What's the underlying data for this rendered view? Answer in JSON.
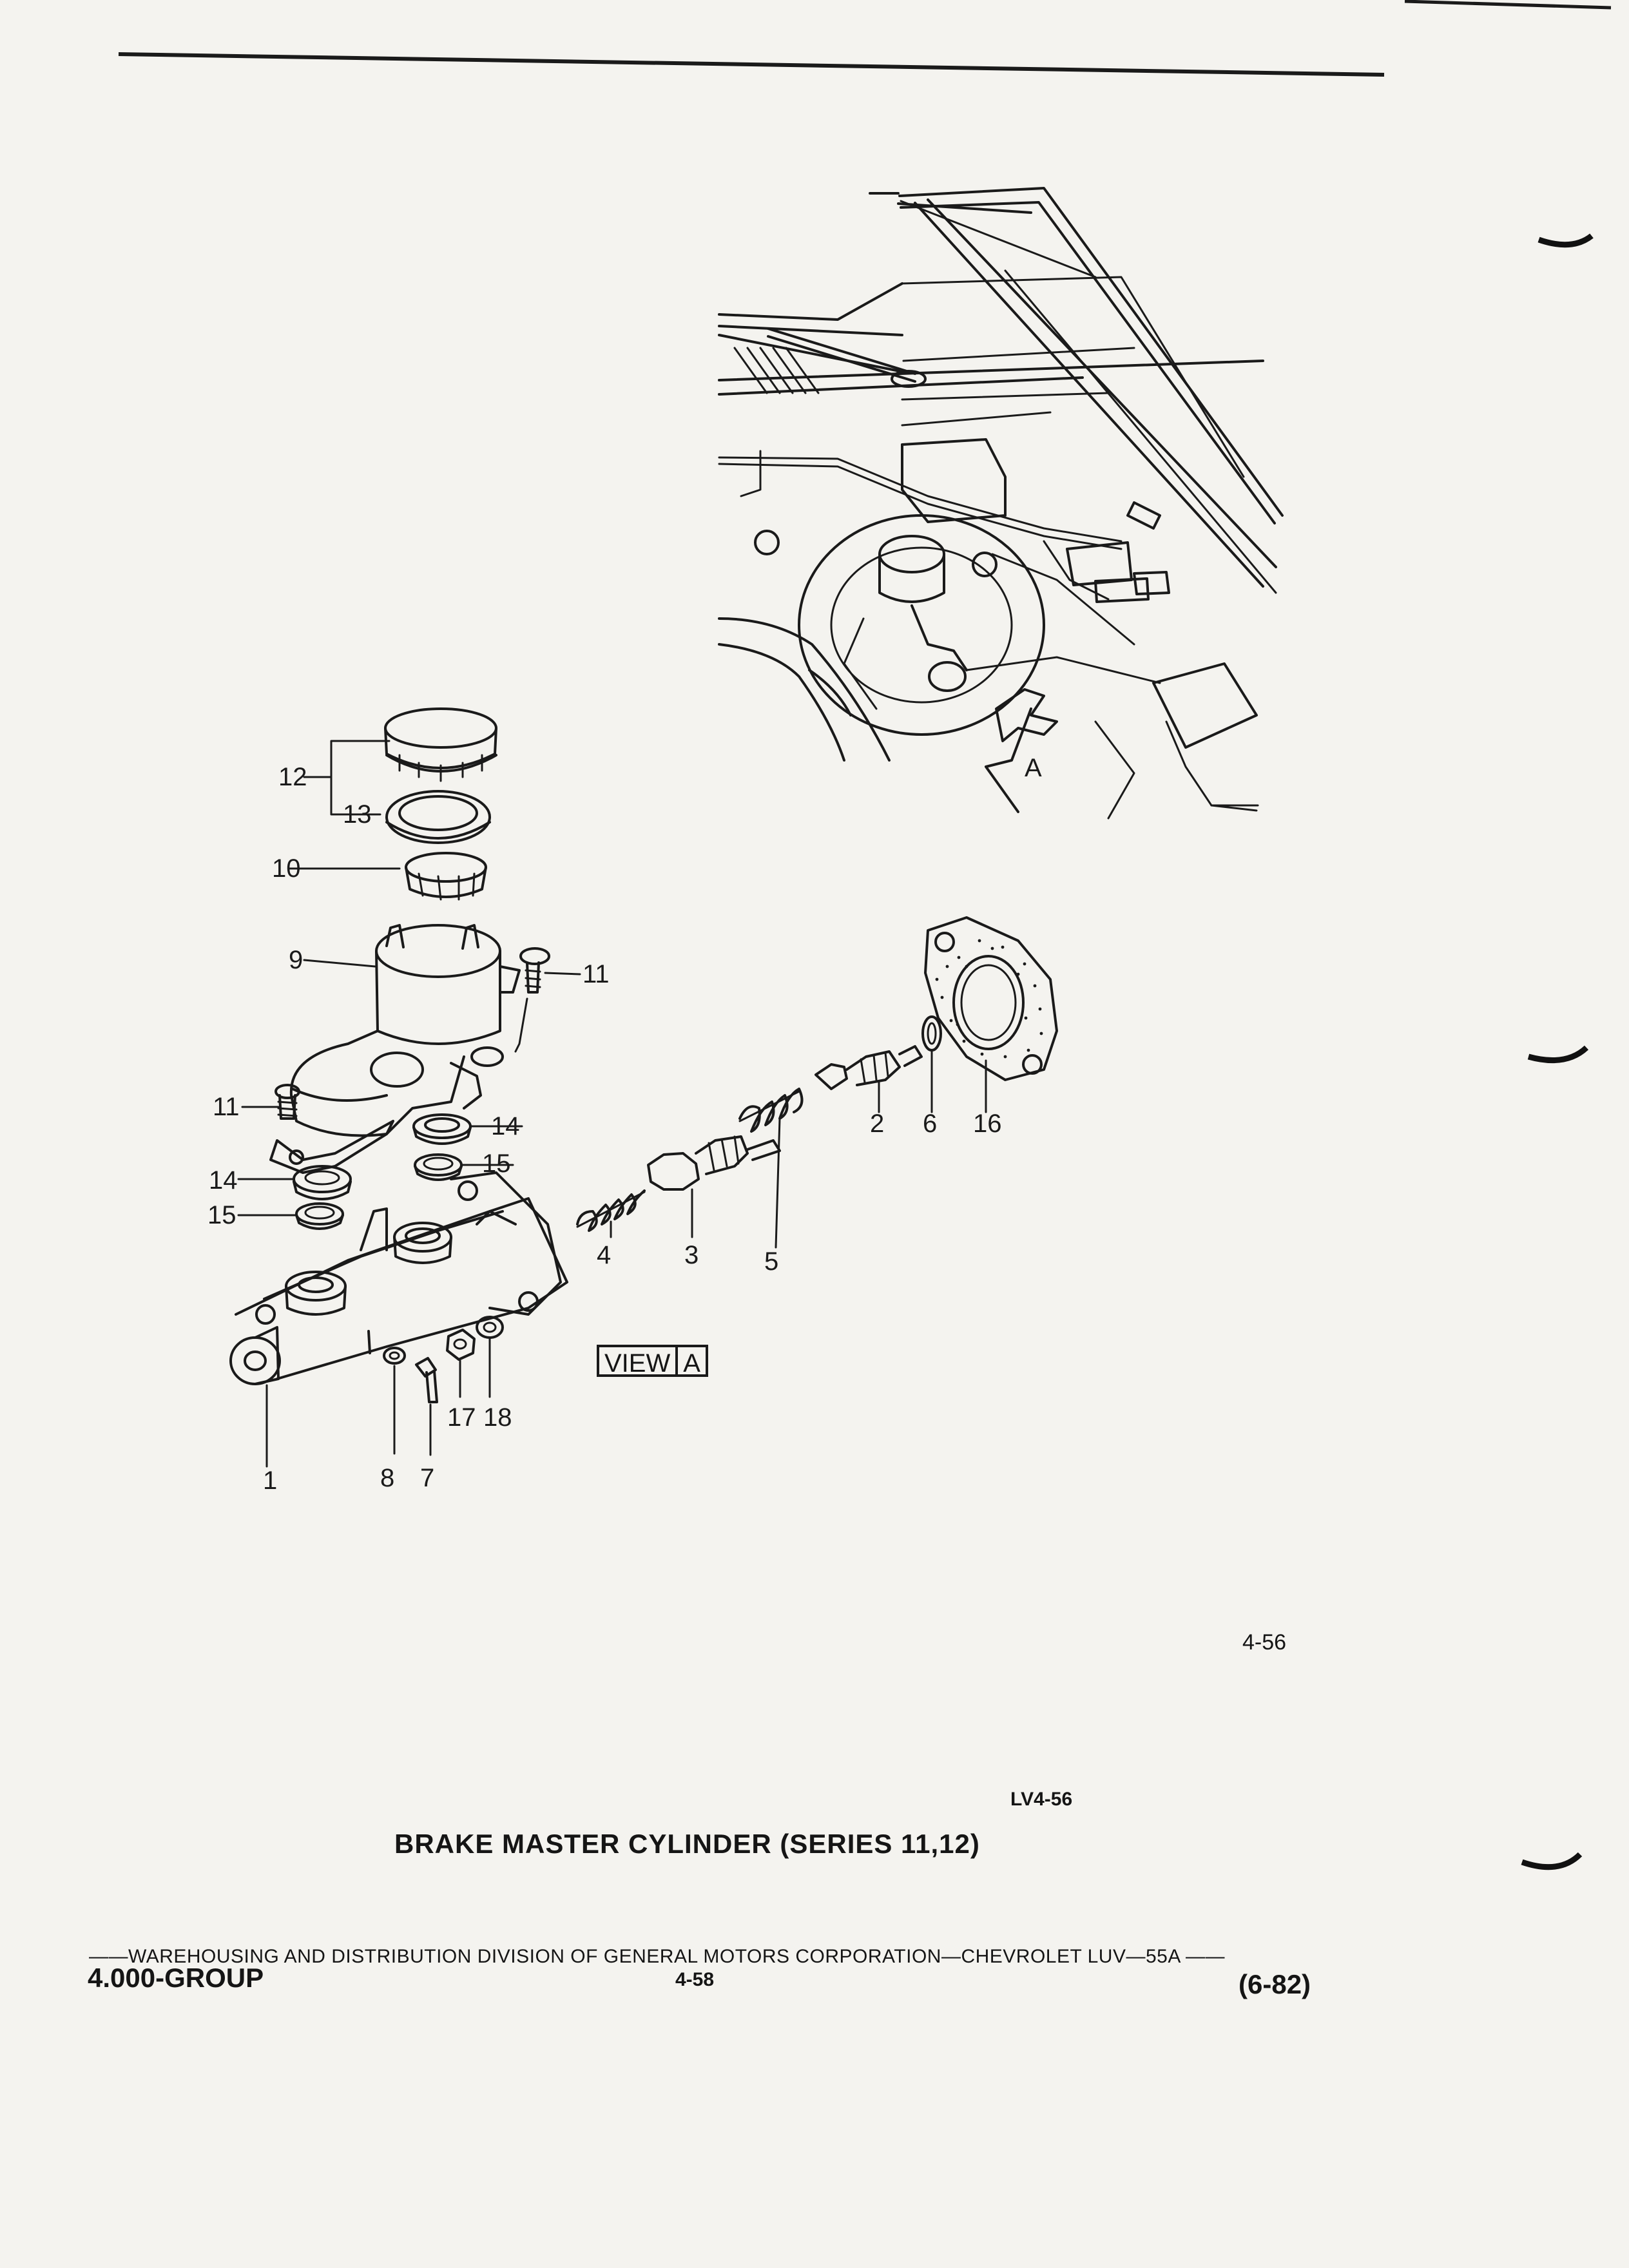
{
  "callouts": {
    "c12": "12",
    "c13": "13",
    "c10": "10",
    "c9": "9",
    "c11_right": "11",
    "c11_left": "11",
    "c14_right": "14",
    "c15_right": "15",
    "c14_left": "14",
    "c15_left": "15",
    "c1": "1",
    "c8": "8",
    "c7": "7",
    "c17": "17",
    "c18": "18",
    "c4": "4",
    "c3": "3",
    "c5": "5",
    "c2": "2",
    "c6": "6",
    "c16": "16",
    "cA": "A"
  },
  "view_label": {
    "word": "VIEW",
    "letter": "A"
  },
  "figure_id": "LV4-56",
  "page_ref": "4-56",
  "caption": "BRAKE MASTER CYLINDER (SERIES 11,12)",
  "footer": {
    "line": "——WAREHOUSING AND DISTRIBUTION  DIVISION OF GENERAL MOTORS CORPORATION—CHEVROLET LUV—55A  ——",
    "group": "4.000-GROUP",
    "page": "4-58",
    "date": "(6-82)"
  }
}
